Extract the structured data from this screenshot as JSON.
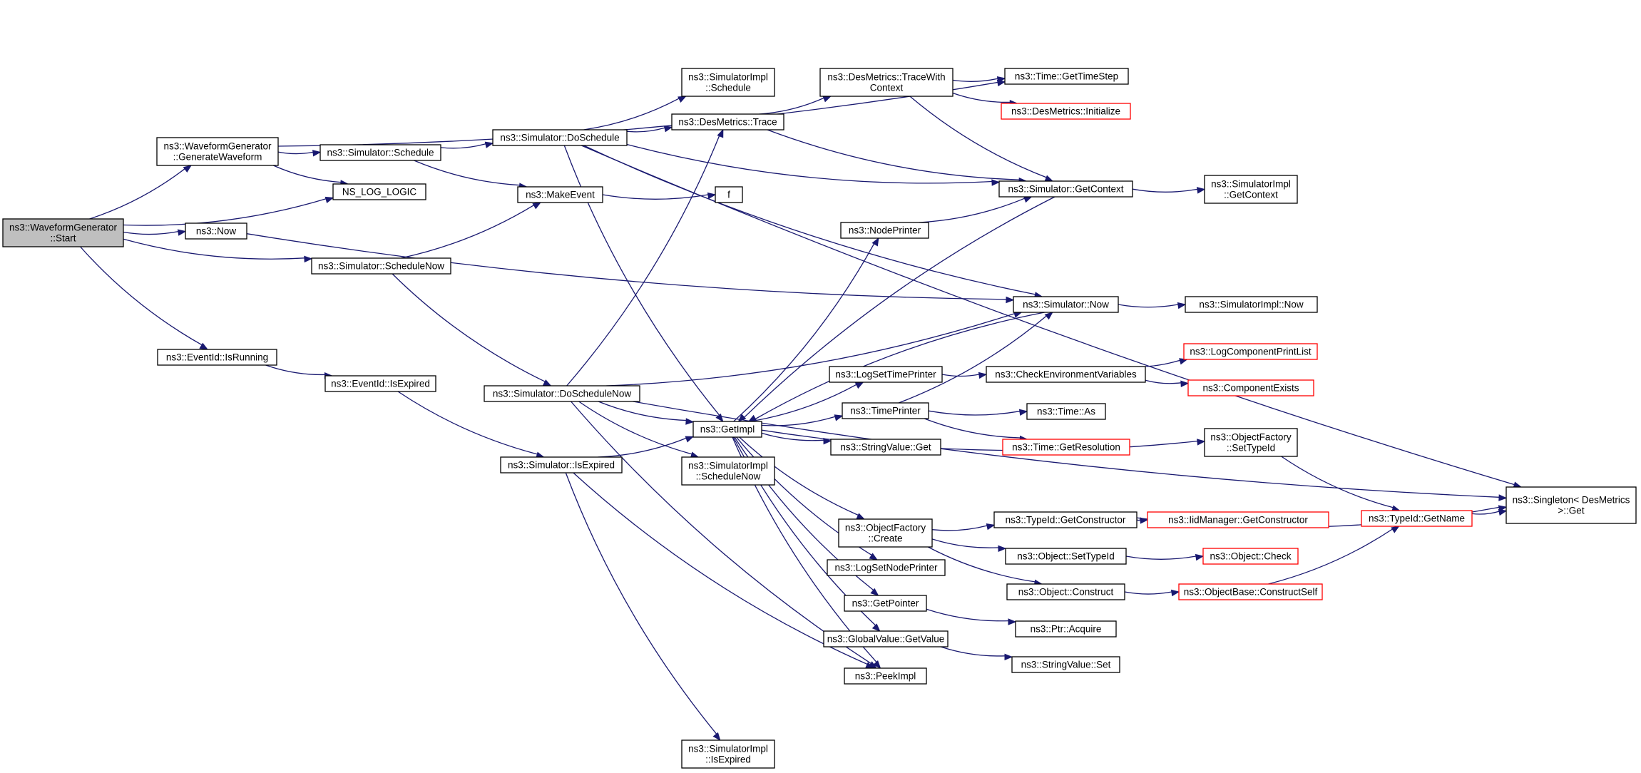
{
  "colors": {
    "edge": "#191970",
    "box_border": "#000000",
    "box_border_truncated": "#ff0000",
    "root_fill": "#bfbfbf",
    "node_fill": "#ffffff"
  },
  "nodes": [
    {
      "id": "root",
      "lines": [
        "ns3::WaveformGenerator",
        "::Start"
      ],
      "style": "root"
    },
    {
      "id": "gen",
      "lines": [
        "ns3::WaveformGenerator",
        "::GenerateWaveform"
      ]
    },
    {
      "id": "nslog",
      "lines": [
        "NS_LOG_LOGIC"
      ]
    },
    {
      "id": "now",
      "lines": [
        "ns3::Now"
      ]
    },
    {
      "id": "simsched",
      "lines": [
        "ns3::Simulator::Schedule"
      ]
    },
    {
      "id": "simschednow",
      "lines": [
        "ns3::Simulator::ScheduleNow"
      ]
    },
    {
      "id": "evrun",
      "lines": [
        "ns3::EventId::IsRunning"
      ]
    },
    {
      "id": "evexp",
      "lines": [
        "ns3::EventId::IsExpired"
      ]
    },
    {
      "id": "dosched",
      "lines": [
        "ns3::Simulator::DoSchedule"
      ]
    },
    {
      "id": "makeev",
      "lines": [
        "ns3::MakeEvent"
      ]
    },
    {
      "id": "doschednow",
      "lines": [
        "ns3::Simulator::DoScheduleNow"
      ]
    },
    {
      "id": "simisexp",
      "lines": [
        "ns3::Simulator::IsExpired"
      ]
    },
    {
      "id": "implsched",
      "lines": [
        "ns3::SimulatorImpl",
        "::Schedule"
      ]
    },
    {
      "id": "trace",
      "lines": [
        "ns3::DesMetrics::Trace"
      ]
    },
    {
      "id": "f",
      "lines": [
        "f"
      ]
    },
    {
      "id": "getimpl",
      "lines": [
        "ns3::GetImpl"
      ]
    },
    {
      "id": "implschednow",
      "lines": [
        "ns3::SimulatorImpl",
        "::ScheduleNow"
      ]
    },
    {
      "id": "implisexp",
      "lines": [
        "ns3::SimulatorImpl",
        "::IsExpired"
      ]
    },
    {
      "id": "tracectx",
      "lines": [
        "ns3::DesMetrics::TraceWith",
        "Context"
      ]
    },
    {
      "id": "nodeprinter",
      "lines": [
        "ns3::NodePrinter"
      ]
    },
    {
      "id": "logsettime",
      "lines": [
        "ns3::LogSetTimePrinter"
      ]
    },
    {
      "id": "timeprinter",
      "lines": [
        "ns3::TimePrinter"
      ]
    },
    {
      "id": "strget",
      "lines": [
        "ns3::StringValue::Get"
      ]
    },
    {
      "id": "ofcreate",
      "lines": [
        "ns3::ObjectFactory",
        "::Create"
      ]
    },
    {
      "id": "logsetnode",
      "lines": [
        "ns3::LogSetNodePrinter"
      ]
    },
    {
      "id": "getptr",
      "lines": [
        "ns3::GetPointer"
      ]
    },
    {
      "id": "gvget",
      "lines": [
        "ns3::GlobalValue::GetValue"
      ]
    },
    {
      "id": "peekimpl",
      "lines": [
        "ns3::PeekImpl"
      ]
    },
    {
      "id": "timestep",
      "lines": [
        "ns3::Time::GetTimeStep"
      ]
    },
    {
      "id": "dminit",
      "lines": [
        "ns3::DesMetrics::Initialize"
      ],
      "style": "truncated"
    },
    {
      "id": "getctx",
      "lines": [
        "ns3::Simulator::GetContext"
      ]
    },
    {
      "id": "simnow",
      "lines": [
        "ns3::Simulator::Now"
      ]
    },
    {
      "id": "checkenv",
      "lines": [
        "ns3::CheckEnvironmentVariables"
      ]
    },
    {
      "id": "timeas",
      "lines": [
        "ns3::Time::As"
      ]
    },
    {
      "id": "getres",
      "lines": [
        "ns3::Time::GetResolution"
      ],
      "style": "truncated"
    },
    {
      "id": "tidgetctor",
      "lines": [
        "ns3::TypeId::GetConstructor"
      ]
    },
    {
      "id": "objsettid",
      "lines": [
        "ns3::Object::SetTypeId"
      ]
    },
    {
      "id": "objconstruct",
      "lines": [
        "ns3::Object::Construct"
      ]
    },
    {
      "id": "ptracq",
      "lines": [
        "ns3::Ptr::Acquire"
      ]
    },
    {
      "id": "strset",
      "lines": [
        "ns3::StringValue::Set"
      ]
    },
    {
      "id": "implgetctx",
      "lines": [
        "ns3::SimulatorImpl",
        "::GetContext"
      ]
    },
    {
      "id": "implnow",
      "lines": [
        "ns3::SimulatorImpl::Now"
      ]
    },
    {
      "id": "logcpl",
      "lines": [
        "ns3::LogComponentPrintList"
      ],
      "style": "truncated"
    },
    {
      "id": "compexists",
      "lines": [
        "ns3::ComponentExists"
      ],
      "style": "truncated"
    },
    {
      "id": "ofsettid",
      "lines": [
        "ns3::ObjectFactory",
        "::SetTypeId"
      ]
    },
    {
      "id": "iidgetctor",
      "lines": [
        "ns3::IidManager::GetConstructor"
      ],
      "style": "truncated"
    },
    {
      "id": "objcheck",
      "lines": [
        "ns3::Object::Check"
      ],
      "style": "truncated"
    },
    {
      "id": "obconstructself",
      "lines": [
        "ns3::ObjectBase::ConstructSelf"
      ],
      "style": "truncated"
    },
    {
      "id": "tidgetname",
      "lines": [
        "ns3::TypeId::GetName"
      ],
      "style": "truncated"
    },
    {
      "id": "singleton",
      "lines": [
        "ns3::Singleton< DesMetrics",
        " >::Get"
      ]
    }
  ],
  "edges": [
    [
      "root",
      "gen"
    ],
    [
      "root",
      "nslog"
    ],
    [
      "root",
      "now"
    ],
    [
      "root",
      "simschednow"
    ],
    [
      "root",
      "evrun"
    ],
    [
      "gen",
      "simsched"
    ],
    [
      "gen",
      "nslog"
    ],
    [
      "gen",
      "timestep"
    ],
    [
      "simsched",
      "dosched"
    ],
    [
      "simsched",
      "makeev"
    ],
    [
      "now",
      "simnow"
    ],
    [
      "simschednow",
      "makeev"
    ],
    [
      "simschednow",
      "doschednow"
    ],
    [
      "evrun",
      "evexp"
    ],
    [
      "evexp",
      "simisexp"
    ],
    [
      "dosched",
      "implsched"
    ],
    [
      "dosched",
      "trace"
    ],
    [
      "dosched",
      "getimpl"
    ],
    [
      "dosched",
      "simnow"
    ],
    [
      "dosched",
      "getctx"
    ],
    [
      "dosched",
      "singleton"
    ],
    [
      "makeev",
      "f"
    ],
    [
      "doschednow",
      "trace"
    ],
    [
      "doschednow",
      "simnow"
    ],
    [
      "doschednow",
      "getimpl"
    ],
    [
      "doschednow",
      "implschednow"
    ],
    [
      "doschednow",
      "peekimpl"
    ],
    [
      "doschednow",
      "singleton"
    ],
    [
      "simisexp",
      "getimpl"
    ],
    [
      "simisexp",
      "implisexp"
    ],
    [
      "simisexp",
      "peekimpl"
    ],
    [
      "trace",
      "tracectx"
    ],
    [
      "trace",
      "getctx"
    ],
    [
      "tracectx",
      "timestep"
    ],
    [
      "tracectx",
      "dminit"
    ],
    [
      "tracectx",
      "getctx"
    ],
    [
      "getimpl",
      "nodeprinter"
    ],
    [
      "getimpl",
      "logsettime"
    ],
    [
      "getimpl",
      "timeprinter"
    ],
    [
      "getimpl",
      "strget"
    ],
    [
      "getimpl",
      "ofsettid"
    ],
    [
      "getimpl",
      "ofcreate"
    ],
    [
      "getimpl",
      "logsetnode"
    ],
    [
      "getimpl",
      "getptr"
    ],
    [
      "getimpl",
      "gvget"
    ],
    [
      "getimpl",
      "peekimpl"
    ],
    [
      "nodeprinter",
      "getctx"
    ],
    [
      "getctx",
      "implgetctx"
    ],
    [
      "getctx",
      "getimpl"
    ],
    [
      "simnow",
      "implnow"
    ],
    [
      "simnow",
      "getimpl"
    ],
    [
      "logsettime",
      "checkenv"
    ],
    [
      "timeprinter",
      "simnow"
    ],
    [
      "timeprinter",
      "timeas"
    ],
    [
      "timeprinter",
      "getres"
    ],
    [
      "checkenv",
      "logcpl"
    ],
    [
      "checkenv",
      "compexists"
    ],
    [
      "ofcreate",
      "tidgetctor"
    ],
    [
      "ofcreate",
      "objsettid"
    ],
    [
      "ofcreate",
      "objconstruct"
    ],
    [
      "tidgetctor",
      "iidgetctor"
    ],
    [
      "tidgetctor",
      "singleton"
    ],
    [
      "objsettid",
      "objcheck"
    ],
    [
      "objconstruct",
      "obconstructself"
    ],
    [
      "obconstructself",
      "tidgetname"
    ],
    [
      "ofsettid",
      "tidgetname"
    ],
    [
      "tidgetname",
      "singleton"
    ],
    [
      "getptr",
      "ptracq"
    ],
    [
      "gvget",
      "strset"
    ]
  ]
}
